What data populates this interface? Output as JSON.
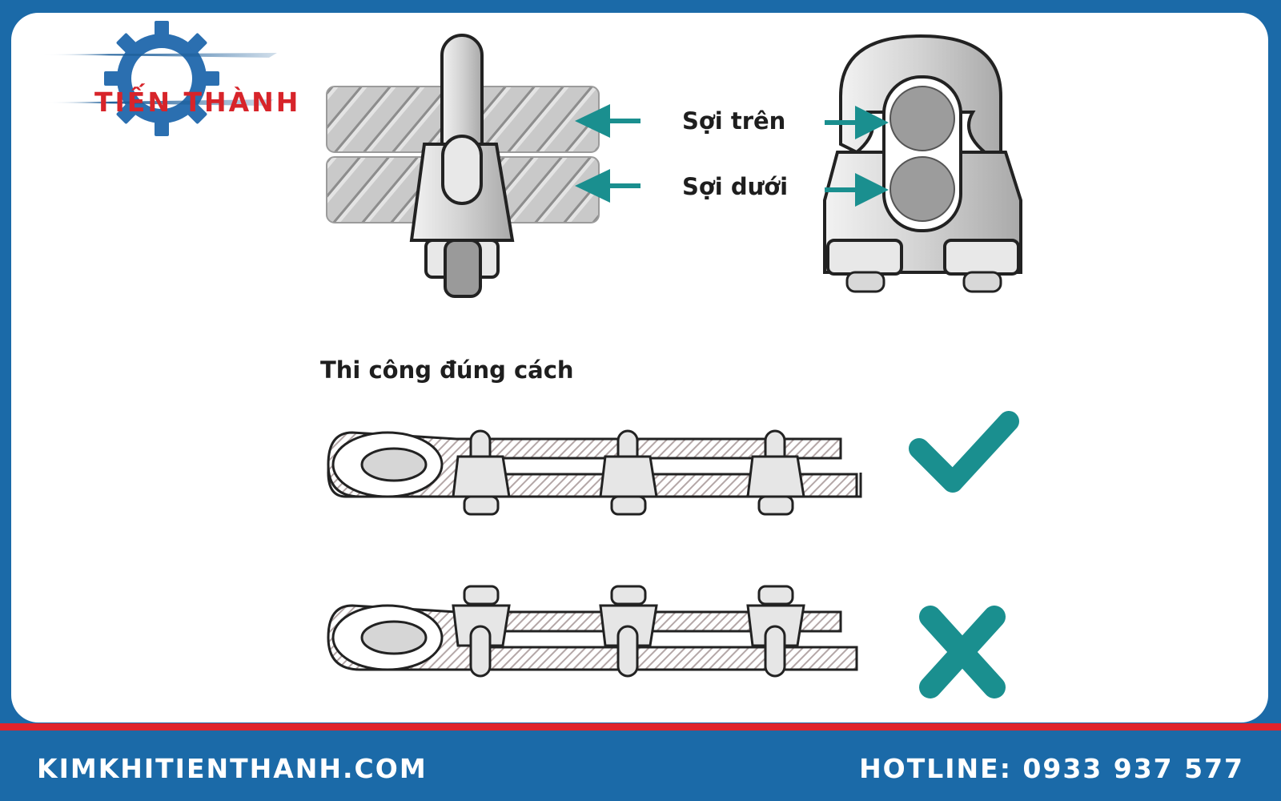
{
  "brand": {
    "logo_text": "TIẾN THÀNH",
    "colors": {
      "blue": "#1b6aa8",
      "red": "#e0232b",
      "teal": "#1a8f8f"
    }
  },
  "diagram": {
    "label_top_strand": "Sợi trên",
    "label_bottom_strand": "Sợi dưới",
    "section_title": "Thi công đúng cách",
    "correct_icon": "check-icon",
    "wrong_icon": "cross-icon"
  },
  "footer": {
    "website": "KIMKHITIENTHANH.COM",
    "hotline": "HOTLINE: 0933 937 577"
  }
}
